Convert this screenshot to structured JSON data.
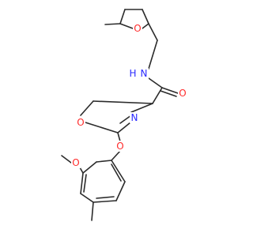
{
  "molecule": {
    "atoms": [
      {
        "id": "ring_o_furan",
        "symbol": "O",
        "color": "#ff2b2b"
      },
      {
        "id": "amide_n",
        "symbol": "N",
        "color": "#2a2aff"
      },
      {
        "id": "amide_h",
        "symbol": "H",
        "color": "#2a2aff"
      },
      {
        "id": "carbonyl_o",
        "symbol": "O",
        "color": "#ff2b2b"
      },
      {
        "id": "oxazole_n",
        "symbol": "N",
        "color": "#2a2aff"
      },
      {
        "id": "oxazole_o",
        "symbol": "O",
        "color": "#ff2b2b"
      },
      {
        "id": "ether_o",
        "symbol": "O",
        "color": "#ff2b2b"
      },
      {
        "id": "methoxy_o",
        "symbol": "O",
        "color": "#ff2b2b"
      }
    ],
    "bond_color": "#2b2b2b"
  }
}
